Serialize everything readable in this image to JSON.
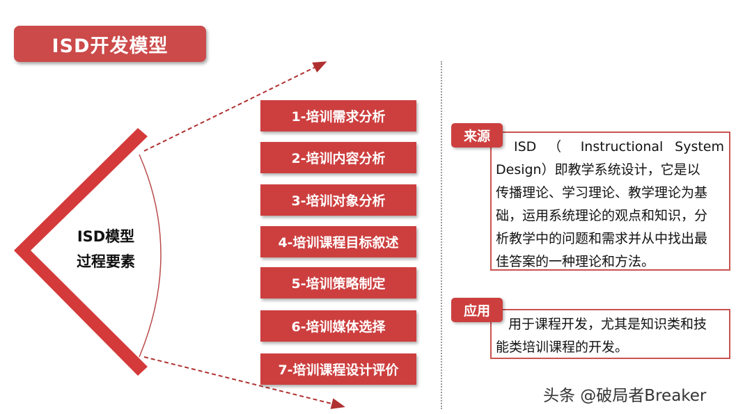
{
  "title": "ISD开发模型",
  "center_label": {
    "line1": "ISD模型",
    "line2": "过程要素"
  },
  "steps": [
    "1-培训需求分析",
    "2-培训内容分析",
    "3-培训对象分析",
    "4-培训课程目标叙述",
    "5-培训策略制定",
    "6-培训媒体选择",
    "7-培训课程设计评价"
  ],
  "source": {
    "tag": "来源",
    "lines": [
      "ISD （ Instructional System",
      "Design）即教学系统设计，它是以",
      "传播理论、学习理论、教学理论为基",
      "础，运用系统理论的观点和知识，分",
      "析教学中的问题和需求并从中找出最",
      "佳答案的一种理论和方法。"
    ]
  },
  "application": {
    "tag": "应用",
    "lines": [
      "用于课程开发，尤其是知识类和技",
      "能类培训课程的开发。"
    ]
  },
  "watermark": "头条 @破局者Breaker",
  "colors": {
    "accent": "#cd3f3f",
    "frame": "#c9524f",
    "arrow": "#b03030"
  }
}
